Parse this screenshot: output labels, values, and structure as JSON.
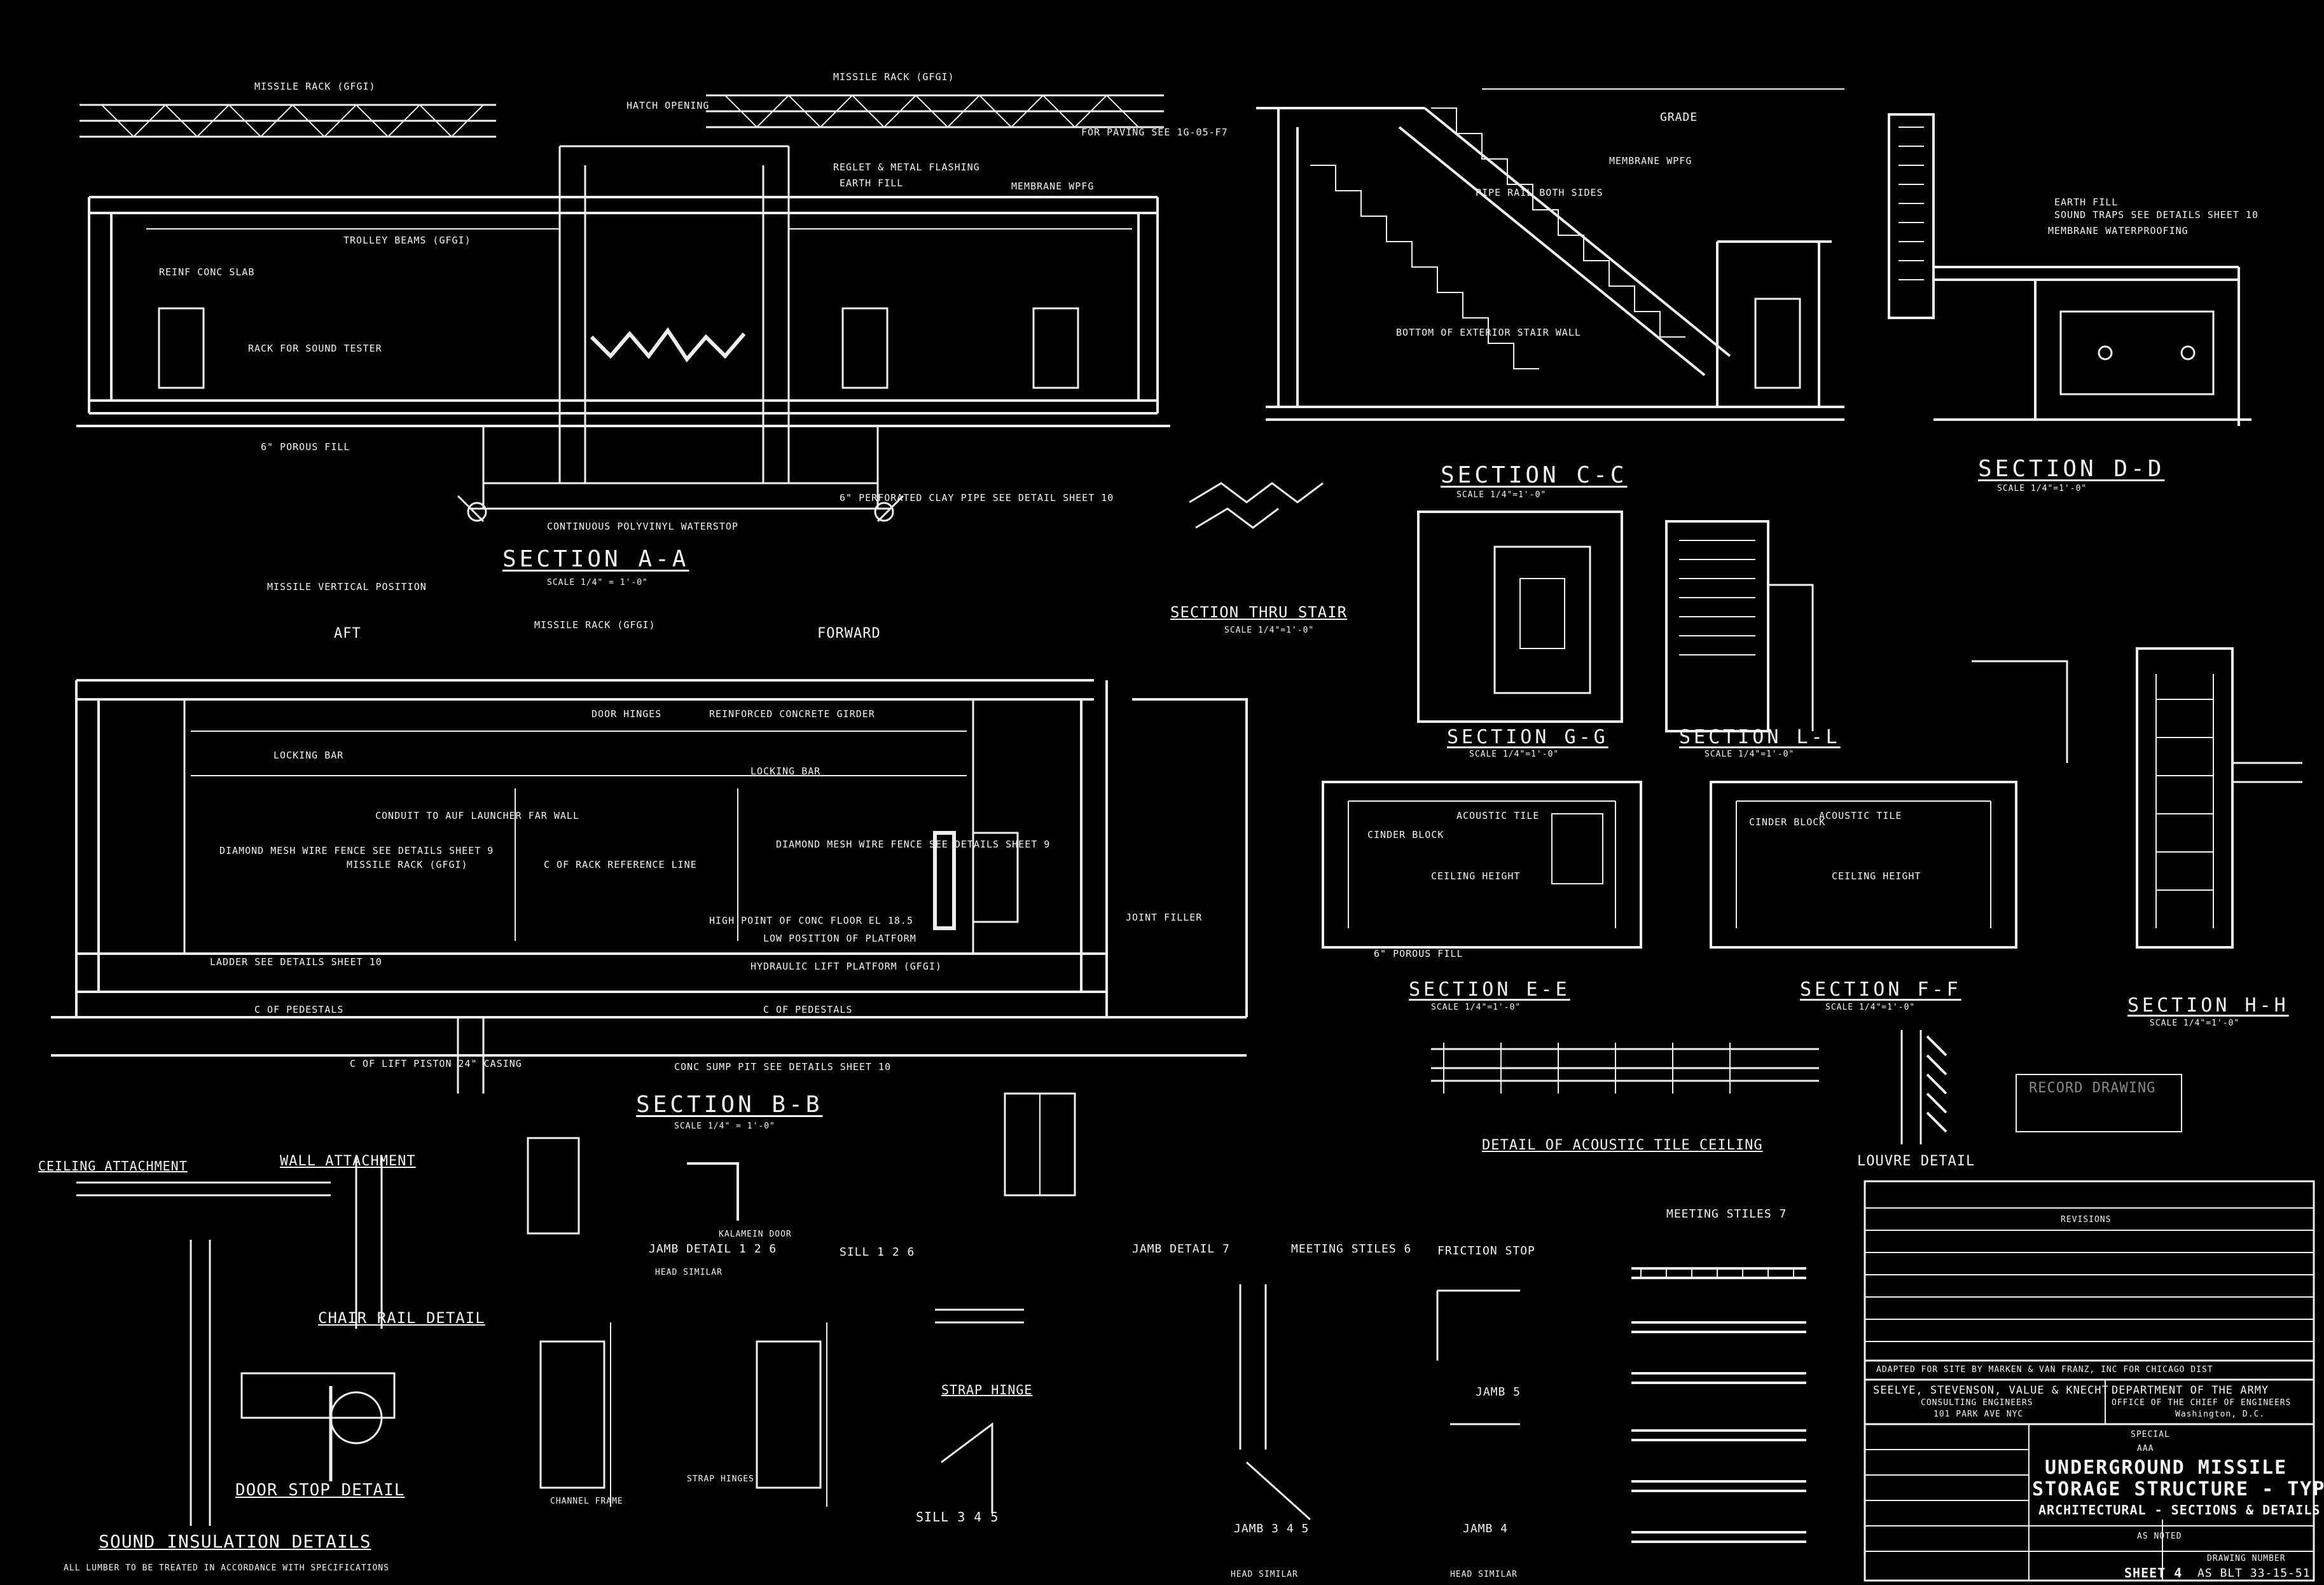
{
  "sections": {
    "aa": {
      "title": "SECTION A-A",
      "scale": "SCALE 1/4\" = 1'-0\""
    },
    "bb": {
      "title": "SECTION B-B",
      "scale": "SCALE 1/4\" = 1'-0\""
    },
    "cc": {
      "title": "SECTION C-C",
      "scale": "SCALE 1/4\"=1'-0\""
    },
    "dd": {
      "title": "SECTION D-D",
      "scale": "SCALE 1/4\"=1'-0\""
    },
    "gg": {
      "title": "SECTION G-G",
      "scale": "SCALE 1/4\"=1'-0\""
    },
    "ll": {
      "title": "SECTION L-L",
      "scale": "SCALE 1/4\"=1'-0\""
    },
    "ee": {
      "title": "SECTION E-E",
      "scale": "SCALE 1/4\"=1'-0\""
    },
    "ff": {
      "title": "SECTION F-F",
      "scale": "SCALE 1/4\"=1'-0\""
    },
    "hh": {
      "title": "SECTION H-H",
      "scale": "SCALE 1/4\"=1'-0\""
    },
    "stair": {
      "title": "SECTION THRU STAIR",
      "scale": "SCALE 1/4\"=1'-0\""
    }
  },
  "labels": {
    "missile_rack_1": "MISSILE RACK (GFGI)",
    "missile_rack_2": "MISSILE RACK (GFGI)",
    "hatch_opening": "HATCH OPENING",
    "for_paving": "FOR PAVING SEE 1G-05-F7",
    "reglet_flashing": "REGLET & METAL FLASHING",
    "earth_fill": "EARTH FILL",
    "membrane_wpfg": "MEMBRANE WPFG",
    "trolley_beams": "TROLLEY BEAMS (GFGI)",
    "reinf_conc_slab": "REINF CONC SLAB",
    "rack_sound_tester": "RACK FOR SOUND TESTER",
    "porous_fill": "6\" POROUS FILL",
    "waterstop": "CONTINUOUS POLYVINYL WATERSTOP",
    "perforated_clay_pipe": "6\" PERFORATED CLAY PIPE SEE DETAIL SHEET 10",
    "grade": "GRADE",
    "pipe_rail": "PIPE RAIL BOTH SIDES",
    "membrane_wpfg_2": "MEMBRANE WPFG",
    "bottom_ext_stair": "BOTTOM OF EXTERIOR STAIR WALL",
    "earth_fill_2": "EARTH FILL",
    "sound_traps": "SOUND TRAPS SEE DETAILS SHEET 10",
    "membrane_waterproofing": "MEMBRANE WATERPROOFING",
    "aft": "AFT",
    "forward": "FORWARD",
    "missile_vertical": "MISSILE VERTICAL POSITION",
    "missile_rack_3": "MISSILE RACK (GFGI)",
    "door_hinges": "DOOR HINGES",
    "reinforced_conc_girder": "REINFORCED CONCRETE GIRDER",
    "locking_bar_1": "LOCKING BAR",
    "locking_bar_2": "LOCKING BAR",
    "conduit_launcher": "CONDUIT TO AUF LAUNCHER FAR WALL",
    "diamond_mesh_1": "DIAMOND MESH WIRE FENCE SEE DETAILS SHEET 9",
    "missile_rack_4": "MISSILE RACK (GFGI)",
    "rack_reference": "C OF RACK REFERENCE LINE",
    "diamond_mesh_2": "DIAMOND MESH WIRE FENCE SEE DETAILS SHEET 9",
    "high_point_floor": "HIGH POINT OF CONC FLOOR EL 18.5",
    "low_position_platform": "LOW POSITION OF PLATFORM",
    "hydraulic_lift": "HYDRAULIC LIFT PLATFORM (GFGI)",
    "ladder": "LADDER SEE DETAILS SHEET 10",
    "pedestals_1": "C OF PEDESTALS",
    "pedestals_2": "C OF PEDESTALS",
    "lift_piston": "C OF LIFT PISTON 24\" CASING",
    "sump_pit": "CONC SUMP PIT SEE DETAILS SHEET 10",
    "joint_filler": "JOINT FILLER",
    "cinder_block_1": "CINDER BLOCK",
    "acoustic_tile_1": "ACOUSTIC TILE",
    "cinder_block_2": "CINDER BLOCK",
    "acoustic_tile_2": "ACOUSTIC TILE",
    "ceiling_height_1": "CEILING HEIGHT",
    "ceiling_height_2": "CEILING HEIGHT",
    "porous_fill_2": "6\" POROUS FILL",
    "acoustic_tile_detail": "DETAIL OF ACOUSTIC TILE CEILING",
    "louvre_detail": "LOUVRE DETAIL",
    "ceiling_attachment": "CEILING ATTACHMENT",
    "wall_attachment": "WALL ATTACHMENT",
    "chair_rail_detail": "CHAIR RAIL DETAIL",
    "door_stop_detail": "DOOR STOP DETAIL",
    "sound_insulation_details": "SOUND INSULATION DETAILS",
    "sound_insulation_note": "ALL LUMBER TO BE TREATED IN ACCORDANCE WITH SPECIFICATIONS",
    "jamb_detail_1": "JAMB DETAIL 1 2 6",
    "head_similar_1": "HEAD SIMILAR",
    "sill_1": "SILL 1 2 6",
    "jamb_detail_2": "JAMB DETAIL 7",
    "meeting_stiles_6": "MEETING STILES 6",
    "friction_stop": "FRICTION STOP",
    "meeting_stiles_7": "MEETING STILES 7",
    "strap_hinge": "STRAP HINGE",
    "sill_3": "SILL 3 4 5",
    "jamb_5": "JAMB 5",
    "jamb_3": "JAMB 3 4 5",
    "head_similar_2": "HEAD SIMILAR",
    "jamb_4": "JAMB 4",
    "head_similar_3": "HEAD SIMILAR",
    "kalamein_door": "KALAMEIN DOOR",
    "channel_frame": "CHANNEL FRAME",
    "strap_hinges": "STRAP HINGES",
    "record_drawing": "RECORD DRAWING"
  },
  "title_block": {
    "revisions": "REVISIONS",
    "adapted": "ADAPTED FOR SITE BY MARKEN & VAN FRANZ, INC FOR CHICAGO DIST",
    "engineer": "SEELYE, STEVENSON, VALUE & KNECHT",
    "engineer_sub": "CONSULTING ENGINEERS",
    "engineer_addr": "101 PARK AVE    NYC",
    "owner": "DEPARTMENT OF THE ARMY",
    "owner_sub": "OFFICE OF THE CHIEF OF ENGINEERS",
    "owner_city": "Washington, D.C.",
    "special": "SPECIAL",
    "aaa": "AAA",
    "title_1": "UNDERGROUND MISSILE",
    "title_2": "STORAGE STRUCTURE - TYPE \"D\"",
    "title_3": "ARCHITECTURAL - SECTIONS & DETAILS",
    "scale": "AS NOTED",
    "drawing_number_label": "DRAWING NUMBER",
    "sheet": "SHEET 4",
    "drawing_number": "AS BLT 33-15-51"
  },
  "colors": {
    "background": "#000000",
    "ink": "#f2f2f2"
  }
}
